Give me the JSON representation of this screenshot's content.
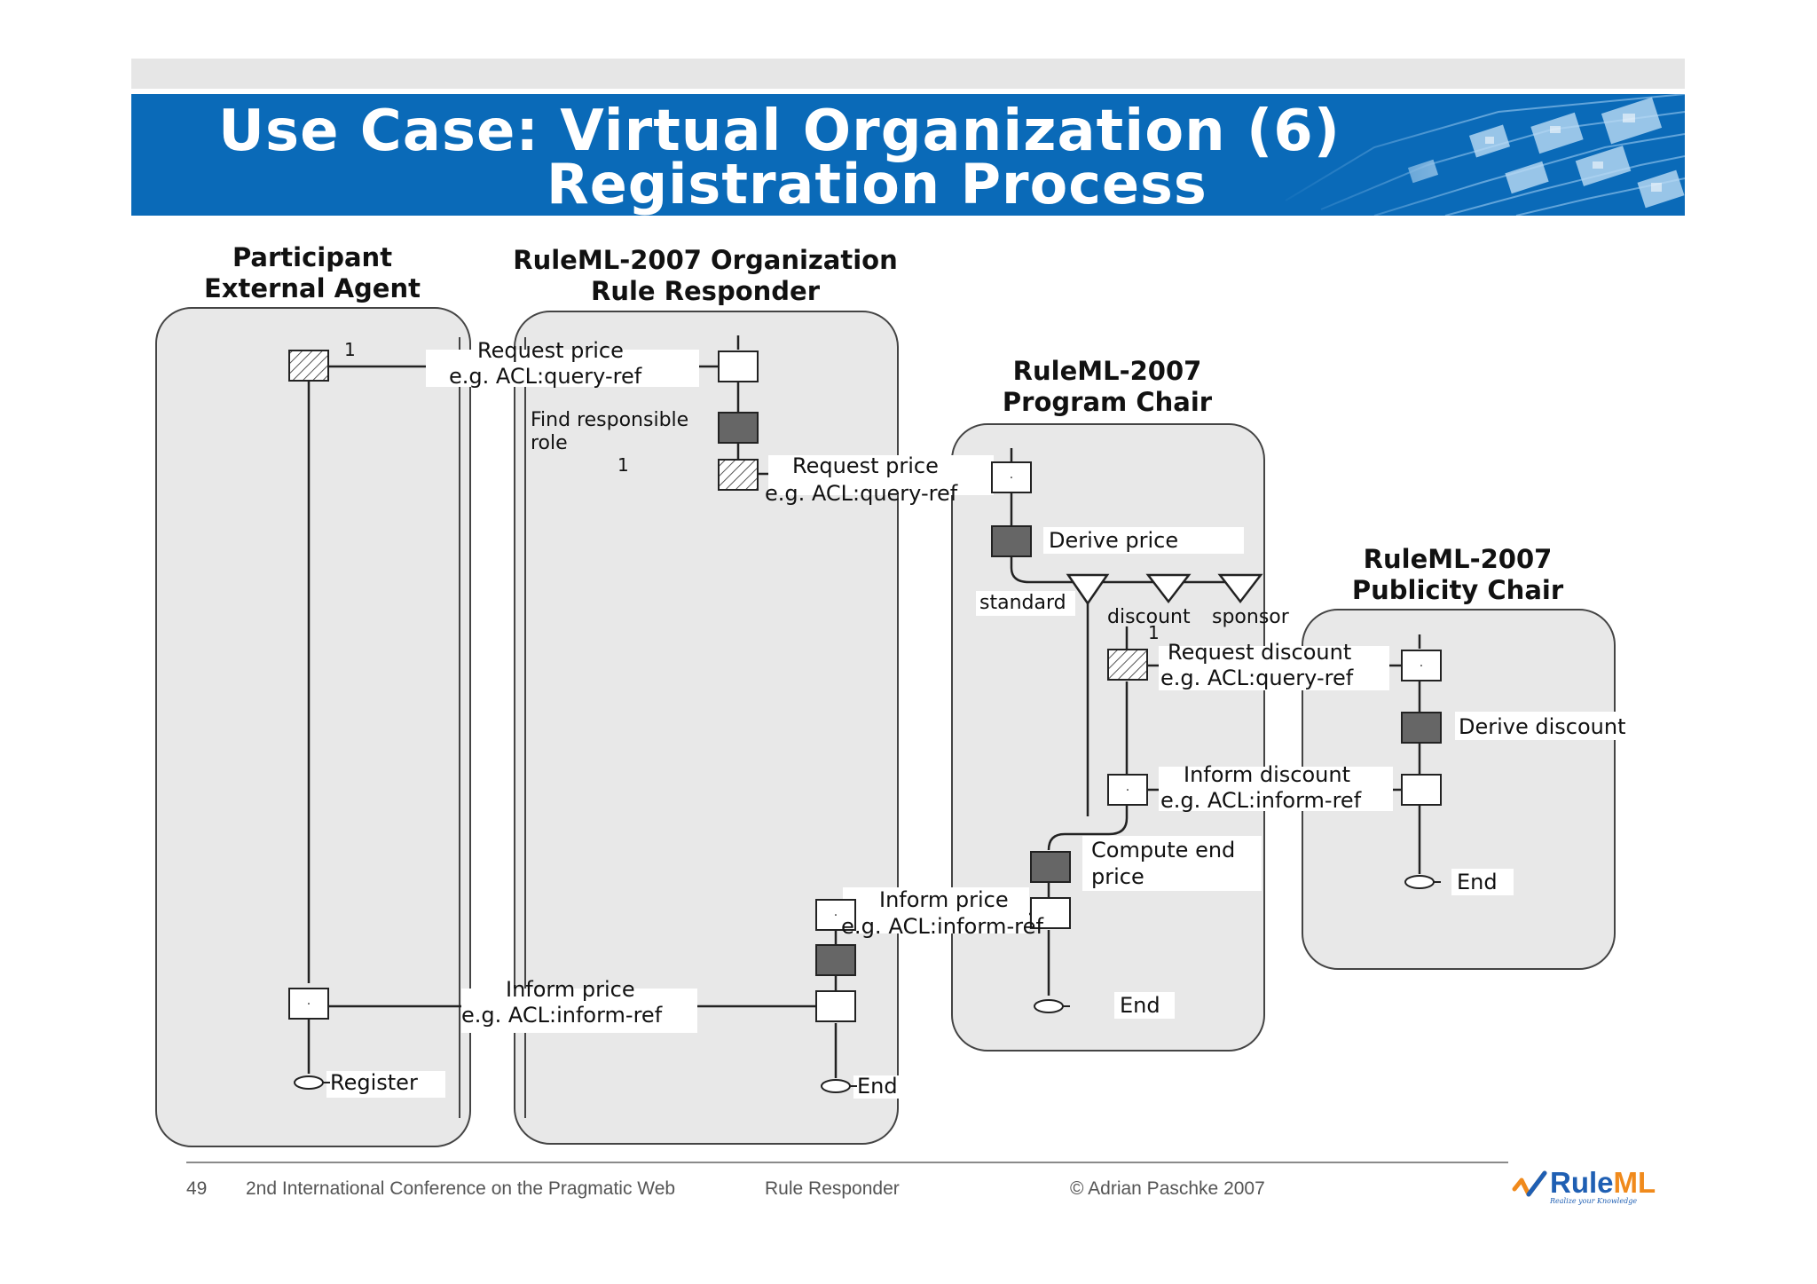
{
  "slide": {
    "title_line1": "Use Case: Virtual Organization (6)",
    "title_line2": "Registration Process"
  },
  "lanes": {
    "participant": {
      "title1": "Participant",
      "title2": "External Agent"
    },
    "organization": {
      "title1": "RuleML-2007 Organization",
      "title2": "Rule Responder"
    },
    "program_chair": {
      "title1": "RuleML-2007",
      "title2": "Program Chair"
    },
    "publicity_chair": {
      "title1": "RuleML-2007",
      "title2": "Publicity Chair"
    }
  },
  "labels": {
    "one": "1",
    "request_price": "Request price",
    "query_ref": "e.g. ACL:query-ref",
    "find_responsible_1": "Find responsible",
    "find_responsible_2": "role",
    "derive_price": "Derive price",
    "standard": "standard",
    "discount": "discount",
    "sponsor": "sponsor",
    "request_discount": "Request discount",
    "derive_discount": "Derive discount",
    "inform_discount": "Inform discount",
    "inform_ref": "e.g. ACL:inform-ref",
    "compute_end_1": "Compute end",
    "compute_end_2": "price",
    "inform_price": "Inform price",
    "inform_ref_truncated": "e.g. ACL:inform-ref",
    "end": "End",
    "register": "Register",
    "dot": "·"
  },
  "footer": {
    "page_number": "49",
    "conference": "2nd International Conference on the Pragmatic Web",
    "topic": "Rule Responder",
    "copyright": "© Adrian Paschke 2007",
    "logo_text": "Rule",
    "logo_text_accent": "ML",
    "logo_tagline": "Realize your Knowledge"
  },
  "colors": {
    "header_blue": "#0a6ab8",
    "lane_fill": "#e8e8e8",
    "activity_dark": "#666666",
    "logo_orange": "#f08a1c",
    "logo_blue": "#1f5fb3"
  }
}
